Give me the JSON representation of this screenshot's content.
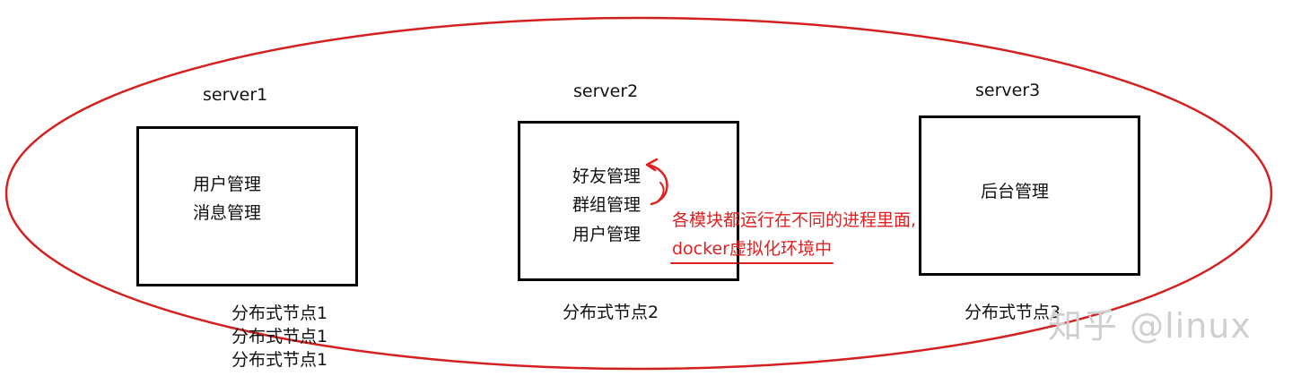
{
  "servers": [
    {
      "title": "server1",
      "modules": [
        "用户管理",
        "消息管理"
      ],
      "node_labels": [
        "分布式节点1",
        "分布式节点1",
        "分布式节点1"
      ]
    },
    {
      "title": "server2",
      "modules": [
        "好友管理",
        "群组管理",
        "用户管理"
      ],
      "node_labels": [
        "分布式节点2"
      ]
    },
    {
      "title": "server3",
      "modules": [
        "后台管理"
      ],
      "node_labels": [
        "分布式节点3"
      ]
    }
  ],
  "annotation": {
    "line1": "各模块都运行在不同的进程里面,",
    "line2": "docker虚拟化环境中"
  },
  "watermark": "知乎 @linux",
  "colors": {
    "ellipse": "#d42020",
    "annotation": "#e02020",
    "box_border": "#000000",
    "watermark": "#cfcfcf"
  }
}
